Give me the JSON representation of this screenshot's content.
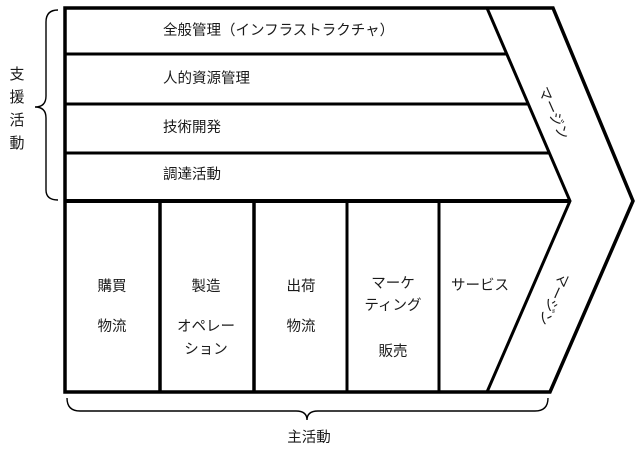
{
  "diagram": {
    "type": "value-chain",
    "support_activities": {
      "label": "支援活動",
      "label_chars": [
        "支",
        "援",
        "活",
        "動"
      ],
      "rows": [
        {
          "label": "全般管理（インフラストラクチャ）"
        },
        {
          "label": "人的資源管理"
        },
        {
          "label": "技術開発"
        },
        {
          "label": "調達活動"
        }
      ]
    },
    "primary_activities": {
      "label": "主活動",
      "columns": [
        {
          "lines": [
            "購買",
            "物流"
          ]
        },
        {
          "lines": [
            "製造",
            "オペレー",
            "ション"
          ]
        },
        {
          "lines": [
            "出荷",
            "物流"
          ]
        },
        {
          "lines": [
            "マーケ",
            "ティング",
            "販売"
          ]
        },
        {
          "lines": [
            "サービス"
          ]
        }
      ]
    },
    "margin": {
      "upper_label": "マージン",
      "lower_label": "マージン"
    },
    "colors": {
      "line": "#000000",
      "text": "#1a1a1a",
      "background": "#ffffff"
    }
  }
}
